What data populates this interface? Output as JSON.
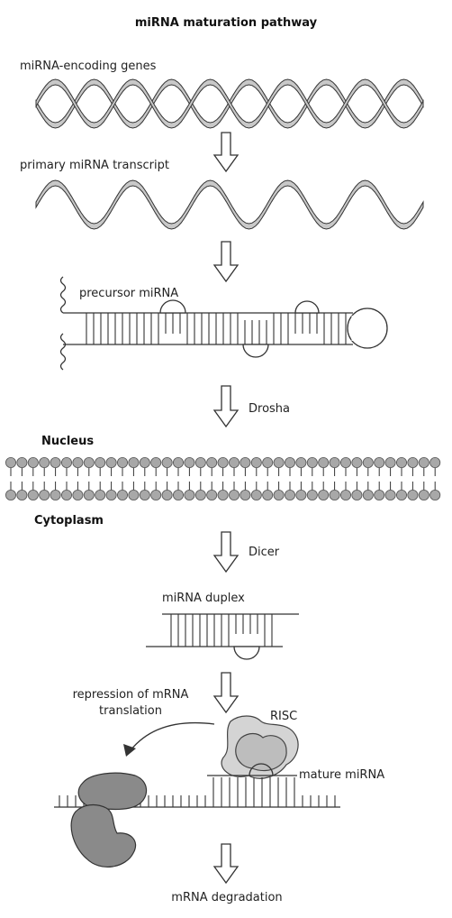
{
  "title": "miRNA maturation pathway",
  "labels": {
    "genes": "miRNA-encoding genes",
    "primary": "primary miRNA transcript",
    "precursor": "precursor miRNA",
    "drosha": "Drosha",
    "nucleus": "Nucleus",
    "cytoplasm": "Cytoplasm",
    "dicer": "Dicer",
    "duplex": "miRNA duplex",
    "repression": [
      "repression of mRNA",
      "translation"
    ],
    "risc": "RISC",
    "mature": "mature miRNA",
    "degradation": "mRNA degradation"
  },
  "colors": {
    "strand_fill": "#c8c8c8",
    "membrane_head": "#a8a8a8",
    "ribosome": "#8a8a8a",
    "risc": "#d4d4d4",
    "outline": "#333333"
  }
}
